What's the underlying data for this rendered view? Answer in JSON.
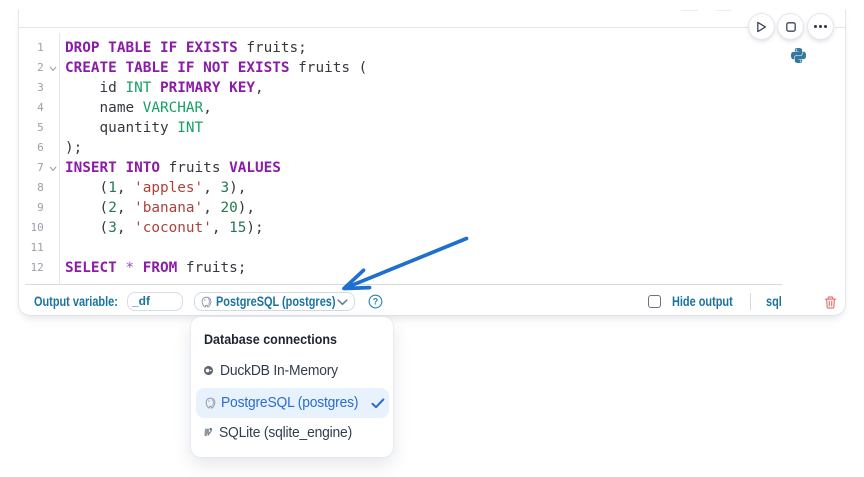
{
  "colors": {
    "label_blue": "#19739f",
    "selected_blue": "#2a6bd2",
    "arrow_blue": "#1f6fce",
    "keyword_purple": "#8b1ca8",
    "type_green": "#17a065",
    "number_green": "#207950",
    "string_red": "#ae423b",
    "trash_red": "#ee7373",
    "python_blue": "#35789f"
  },
  "cell": {
    "run_buttons": [
      "play",
      "stop",
      "more"
    ],
    "language_icon": "python-icon"
  },
  "code": {
    "lines": [
      {
        "n": "1",
        "fold": false,
        "segs": [
          [
            "kw",
            "DROP TABLE IF EXISTS"
          ],
          [
            "pl",
            " fruits;"
          ]
        ]
      },
      {
        "n": "2",
        "fold": true,
        "segs": [
          [
            "kw",
            "CREATE TABLE IF NOT EXISTS"
          ],
          [
            "pl",
            " fruits ("
          ]
        ]
      },
      {
        "n": "3",
        "fold": false,
        "segs": [
          [
            "pl",
            "    id "
          ],
          [
            "ty",
            "INT"
          ],
          [
            "pl",
            " "
          ],
          [
            "kw",
            "PRIMARY KEY"
          ],
          [
            "pl",
            ","
          ]
        ]
      },
      {
        "n": "4",
        "fold": false,
        "segs": [
          [
            "pl",
            "    name "
          ],
          [
            "ty",
            "VARCHAR"
          ],
          [
            "pl",
            ","
          ]
        ]
      },
      {
        "n": "5",
        "fold": false,
        "segs": [
          [
            "pl",
            "    quantity "
          ],
          [
            "ty",
            "INT"
          ]
        ]
      },
      {
        "n": "6",
        "fold": false,
        "segs": [
          [
            "pl",
            ");"
          ]
        ]
      },
      {
        "n": "7",
        "fold": true,
        "segs": [
          [
            "kw",
            "INSERT INTO"
          ],
          [
            "pl",
            " fruits "
          ],
          [
            "kw",
            "VALUES"
          ]
        ]
      },
      {
        "n": "8",
        "fold": false,
        "segs": [
          [
            "pl",
            "    ("
          ],
          [
            "num",
            "1"
          ],
          [
            "pl",
            ", "
          ],
          [
            "str",
            "'apples'"
          ],
          [
            "pl",
            ", "
          ],
          [
            "num",
            "3"
          ],
          [
            "pl",
            "),"
          ]
        ]
      },
      {
        "n": "9",
        "fold": false,
        "segs": [
          [
            "pl",
            "    ("
          ],
          [
            "num",
            "2"
          ],
          [
            "pl",
            ", "
          ],
          [
            "str",
            "'banana'"
          ],
          [
            "pl",
            ", "
          ],
          [
            "num",
            "20"
          ],
          [
            "pl",
            "),"
          ]
        ]
      },
      {
        "n": "10",
        "fold": false,
        "segs": [
          [
            "pl",
            "    ("
          ],
          [
            "num",
            "3"
          ],
          [
            "pl",
            ", "
          ],
          [
            "str",
            "'coconut'"
          ],
          [
            "pl",
            ", "
          ],
          [
            "num",
            "15"
          ],
          [
            "pl",
            ");"
          ]
        ]
      },
      {
        "n": "11",
        "fold": false,
        "segs": []
      },
      {
        "n": "12",
        "fold": false,
        "segs": [
          [
            "kw",
            "SELECT"
          ],
          [
            "pl",
            " "
          ],
          [
            "op",
            "*"
          ],
          [
            "pl",
            " "
          ],
          [
            "kw",
            "FROM"
          ],
          [
            "pl",
            " fruits;"
          ]
        ]
      }
    ]
  },
  "toolbar": {
    "output_variable_label": "Output variable:",
    "output_variable_value": "_df",
    "connection_label": "PostgreSQL (postgres)",
    "hide_output_label": "Hide output",
    "hide_output_checked": false,
    "cell_type_label": "sql"
  },
  "dropdown": {
    "title": "Database connections",
    "items": [
      {
        "label": "DuckDB In-Memory",
        "icon": "duckdb-icon",
        "selected": false
      },
      {
        "label": "PostgreSQL (postgres)",
        "icon": "postgresql-icon",
        "selected": true
      },
      {
        "label": "SQLite (sqlite_engine)",
        "icon": "sqlite-icon",
        "selected": false
      }
    ]
  }
}
